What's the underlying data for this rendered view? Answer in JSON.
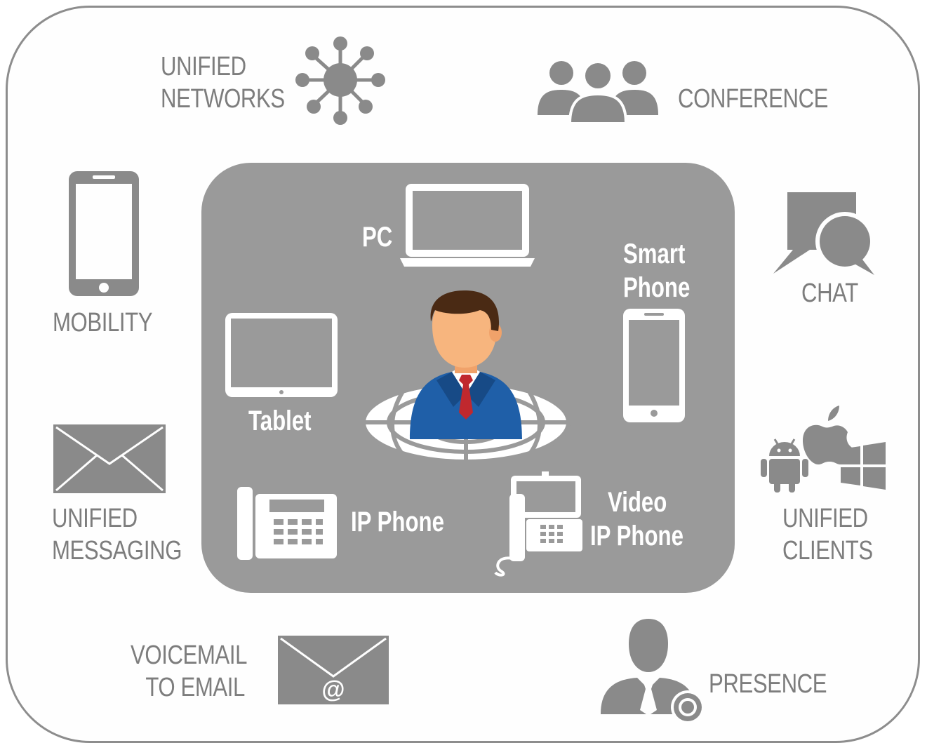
{
  "outer": {
    "unified_networks": [
      "UNIFIED",
      "NETWORKS"
    ],
    "conference": "CONFERENCE",
    "mobility": "MOBILITY",
    "chat": "CHAT",
    "unified_messaging": [
      "UNIFIED",
      "MESSAGING"
    ],
    "unified_clients": [
      "UNIFIED",
      "CLIENTS"
    ],
    "voicemail": [
      "VOICEMAIL",
      "TO EMAIL"
    ],
    "presence": "PRESENCE"
  },
  "inner": {
    "pc": "PC",
    "smart_phone": [
      "Smart",
      "Phone"
    ],
    "tablet": "Tablet",
    "ip_phone": "IP Phone",
    "video_ip_phone": [
      "Video",
      "IP Phone"
    ]
  },
  "icons": {
    "network": "network-hub-icon",
    "conference": "people-group-icon",
    "mobile": "mobile-phone-icon",
    "chat": "chat-bubbles-icon",
    "envelope": "envelope-icon",
    "clients": "android-apple-windows-icon",
    "email": "at-envelope-icon",
    "presence": "user-presence-icon",
    "laptop": "laptop-icon",
    "tablet": "tablet-icon",
    "smartphone": "smartphone-icon",
    "desk_phone": "desk-phone-icon",
    "video_phone": "video-phone-icon",
    "user": "businessman-globe-icon"
  },
  "colors": {
    "icon_gray": "#8a8a8a",
    "label_gray": "#7d7d7d",
    "panel_gray": "#9a9a9a",
    "inner_text": "#ffffff",
    "suit_blue": "#1f5fa8",
    "tie_red": "#c0282e"
  }
}
